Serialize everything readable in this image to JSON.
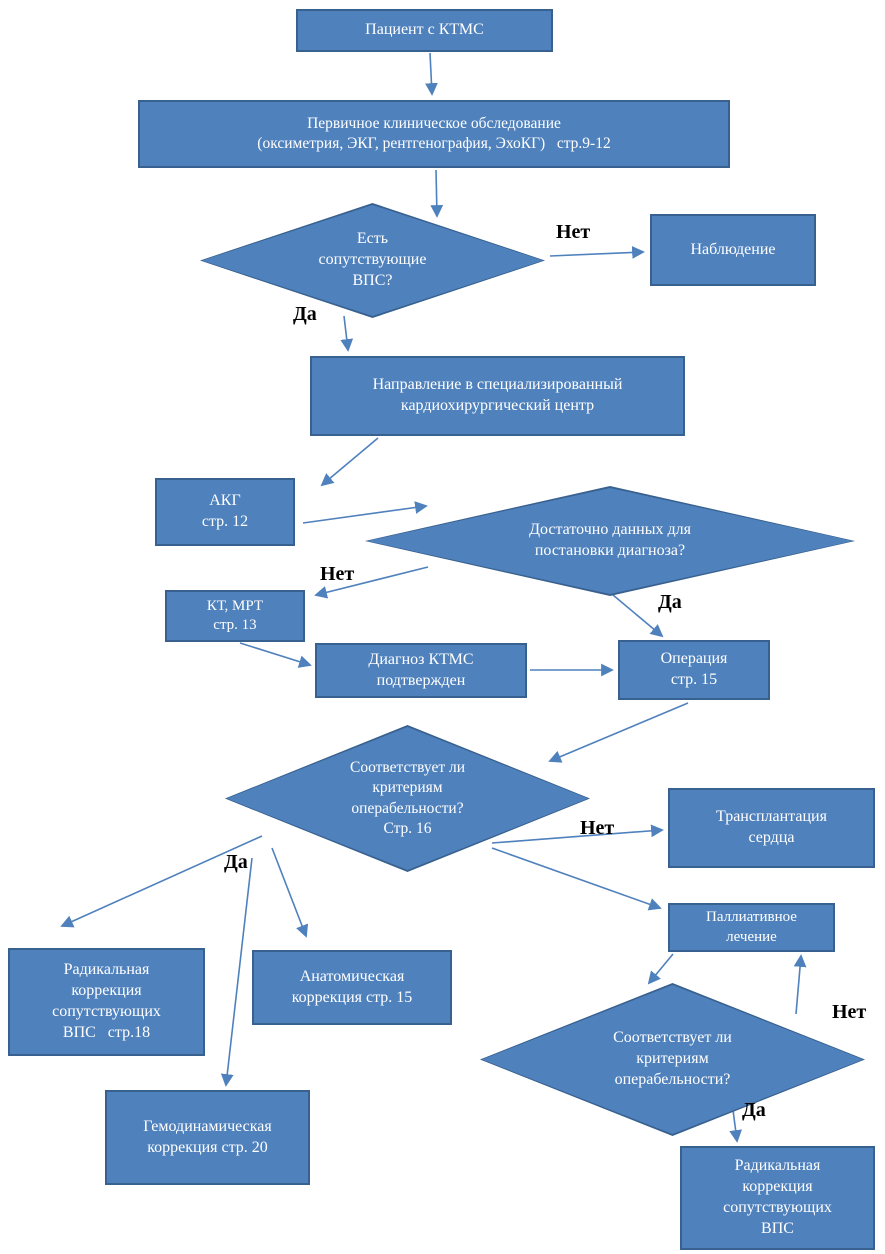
{
  "diagram": {
    "type": "flowchart",
    "language": "ru",
    "colors": {
      "node_fill": "#4f81bd",
      "node_border": "#38618f",
      "arrow": "#4f81bd",
      "node_text": "#ffffff",
      "edge_label_text": "#000000",
      "background": "#ffffff"
    },
    "nodes": {
      "patient": "Пациент с КТМС",
      "primary_exam": "Первичное клиническое обследование\n(оксиметрия, ЭКГ, рентгенография, ЭхоКГ)   стр.9-12",
      "has_concomitant_vps": "Есть\nсопутствующие\nВПС?",
      "observation": "Наблюдение",
      "referral": "Направление в специализированный\nкардиохирургический центр",
      "akg": "АКГ\nстр. 12",
      "enough_data": "Достаточно данных для\nпостановки диагноза?",
      "ct_mri": "КТ, МРТ\nстр. 13",
      "diagnosis_confirmed": "Диагноз КТМС\nподтвержден",
      "operation": "Операция\nстр. 15",
      "criteria_operability_1": "Соответствует ли\nкритериям\nоперабельности?\nСтр. 16",
      "heart_transplant": "Трансплантация\nсердца",
      "palliative_care": "Паллиативное\nлечение",
      "radical_correction_vps_p18": "Радикальная\nкоррекция\nсопутствующих\nВПС   стр.18",
      "anatomical_correction": "Анатомическая\nкоррекция стр. 15",
      "hemodynamic_correction": "Гемодинамическая\nкоррекция стр. 20",
      "criteria_operability_2": "Соответствует ли\nкритериям\nоперабельности?",
      "radical_correction_vps": "Радикальная\nкоррекция\nсопутствующих\nВПС"
    },
    "edge_labels": {
      "vps_no": "Нет",
      "vps_yes": "Да",
      "data_no": "Нет",
      "data_yes": "Да",
      "criteria1_no": "Нет",
      "criteria1_yes": "Да",
      "criteria2_no": "Нет",
      "criteria2_yes": "Да"
    }
  }
}
